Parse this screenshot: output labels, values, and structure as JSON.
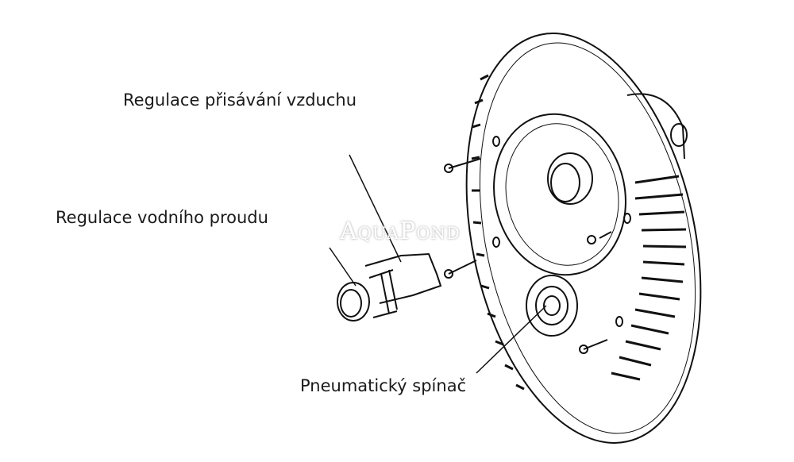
{
  "labels": {
    "air_intake": "Regulace přisávání vzduchu",
    "water_flow": "Regulace vodního proudu",
    "pneumatic_switch": "Pneumatický spínač"
  },
  "watermark": "AquaPond"
}
